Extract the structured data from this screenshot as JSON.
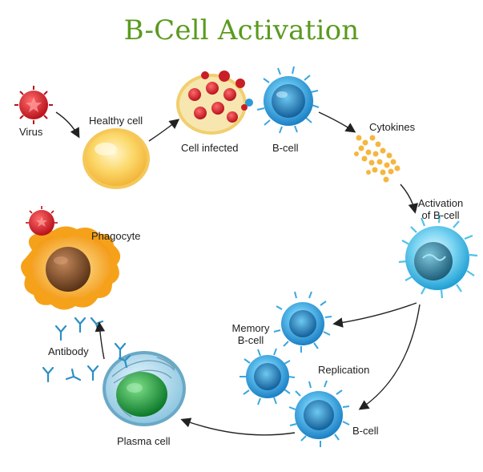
{
  "title": "B-Cell Activation",
  "labels": {
    "virus": "Virus",
    "healthy_cell": "Healthy cell",
    "cell_infected": "Cell infected",
    "b_cell_top": "B-cell",
    "cytokines": "Cytokines",
    "activation_line1": "Activation",
    "activation_line2": "of B-cell",
    "memory_line1": "Memory",
    "memory_line2": "B-cell",
    "replication": "Replication",
    "b_cell_bottom": "B-cell",
    "plasma_cell": "Plasma cell",
    "antibody": "Antibody",
    "phagocyte": "Phagocyte"
  },
  "colors": {
    "title": "#5a9a1e",
    "virus": "#c81e28",
    "b_cell": "#2a9ad8",
    "cytokine": "#f5b640",
    "plasma_nucleus": "#1f9a3a",
    "phagocyte": "#f5a21a",
    "antibody": "#2d8fc4"
  }
}
